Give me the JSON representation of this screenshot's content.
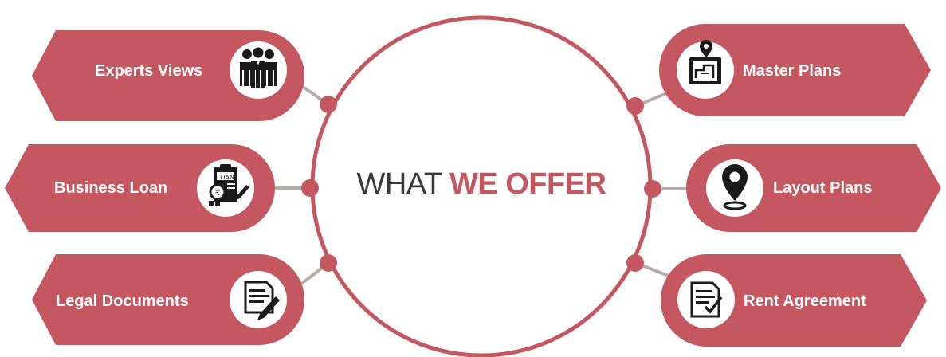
{
  "colors": {
    "accent": "#c4575f",
    "connector": "#b6acac",
    "icon_circle": "#ffffff",
    "icon_glyph": "#1b1b1b",
    "title_text": "#3a3a3a"
  },
  "center": {
    "title_light": "WHAT ",
    "title_bold": "WE OFFER"
  },
  "left_items": [
    {
      "label": "Experts Views",
      "icon": "group-people-icon"
    },
    {
      "label": "Business Loan",
      "icon": "loan-clipboard-icon"
    },
    {
      "label": "Legal Documents",
      "icon": "document-pen-icon"
    }
  ],
  "right_items": [
    {
      "label": "Master Plans",
      "icon": "blueprint-map-icon"
    },
    {
      "label": "Layout Plans",
      "icon": "location-pin-icon"
    },
    {
      "label": "Rent Agreement",
      "icon": "agreement-document-icon"
    }
  ]
}
